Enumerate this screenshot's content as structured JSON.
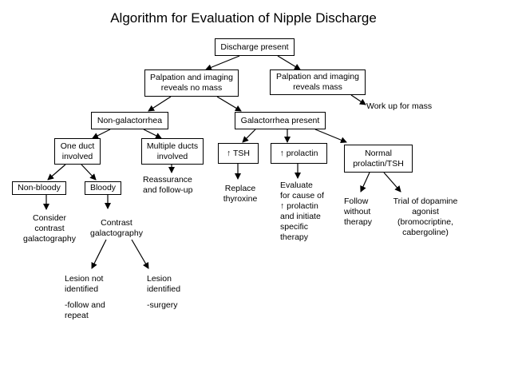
{
  "title": "Algorithm for Evaluation of Nipple Discharge",
  "nodes": {
    "discharge": "Discharge present",
    "no_mass": "Palpation and imaging\nreveals no mass",
    "mass": "Palpation and imaging\nreveals mass",
    "work_up": "Work up for mass",
    "non_galactorrhea": "Non-galactorrhea",
    "galactorrhea": "Galactorrhea present",
    "one_duct": "One duct\ninvolved",
    "multiple_ducts": "Multiple ducts\ninvolved",
    "reassurance": "Reassurance\nand follow-up",
    "tsh": "↑ TSH",
    "replace": "Replace\nthyroxine",
    "prolactin": "↑ prolactin",
    "evaluate": "Evaluate\nfor cause of\n↑ prolactin\nand initiate\nspecific\ntherapy",
    "normal": "Normal\nprolactin/TSH",
    "follow": "Follow\nwithout\ntherapy",
    "trial": "Trial of dopamine\nagonist\n(bromocriptine,\ncabergoline)",
    "non_bloody": "Non-bloody",
    "bloody": "Bloody",
    "consider": "Consider\ncontrast\ngalactography",
    "contrast": "Contrast\ngalactography",
    "lesion_not": "Lesion not\nidentified",
    "follow_repeat": "-follow and\nrepeat",
    "lesion_id": "Lesion\nidentified",
    "surgery": "-surgery"
  }
}
